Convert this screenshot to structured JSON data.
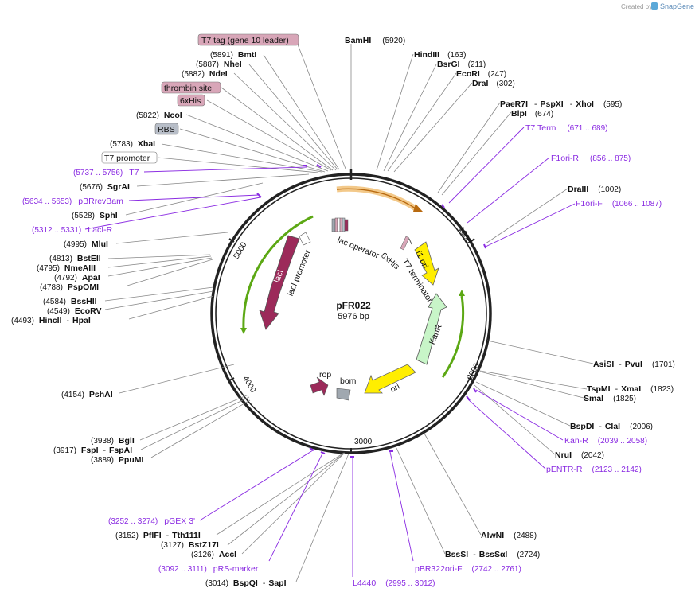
{
  "credit": {
    "prefix": "Created by",
    "brand": "SnapGene"
  },
  "plasmid": {
    "name": "pFR022",
    "size": "5976 bp"
  },
  "ticks": [
    "1000",
    "2000",
    "3000",
    "4000",
    "5000"
  ],
  "enzymes": {
    "bamhi": {
      "name": "BamHI",
      "pos": "(5920)"
    },
    "hindiii": {
      "name": "HindIII",
      "pos": "(163)"
    },
    "bsrgi": {
      "name": "BsrGI",
      "pos": "(211)"
    },
    "ecori": {
      "name": "EcoRI",
      "pos": "(247)"
    },
    "drai": {
      "name": "DraI",
      "pos": "(302)"
    },
    "paer7i": {
      "name": "PaeR7I",
      "sep1": "-",
      "name2": "PspXI",
      "sep2": "-",
      "name3": "XhoI",
      "pos": "(595)"
    },
    "blpi": {
      "name": "BlpI",
      "pos": "(674)"
    },
    "draiii": {
      "name": "DraIII",
      "pos": "(1002)"
    },
    "asisi": {
      "name": "AsiSI",
      "sep": "-",
      "name2": "PvuI",
      "pos": "(1701)"
    },
    "tspmi": {
      "name": "TspMI",
      "sep": "-",
      "name2": "XmaI",
      "pos": "(1823)"
    },
    "smai": {
      "name": "SmaI",
      "pos": "(1825)"
    },
    "bspdi": {
      "name": "BspDI",
      "sep": "-",
      "name2": "ClaI",
      "pos": "(2006)"
    },
    "nrui": {
      "name": "NruI",
      "pos": "(2042)"
    },
    "alwni": {
      "name": "AlwNI",
      "pos": "(2488)"
    },
    "bsssi": {
      "name": "BssSI",
      "sep": "-",
      "name2": "BssSαI",
      "pos": "(2724)"
    },
    "bspqi": {
      "name": "BspQI",
      "sep": "-",
      "name2": "SapI",
      "pos": "(3014)"
    },
    "acci": {
      "name": "AccI",
      "pos": "(3126)"
    },
    "bstz17i": {
      "name": "BstZ17I",
      "pos": "(3127)"
    },
    "pflfi": {
      "name": "PflFI",
      "sep": "-",
      "name2": "Tth111I",
      "pos": "(3152)"
    },
    "bgli": {
      "name": "BglI",
      "pos": "(3938)"
    },
    "fspi": {
      "name": "FspI",
      "sep": "-",
      "name2": "FspAI",
      "pos": "(3917)"
    },
    "ppumi": {
      "name": "PpuMI",
      "pos": "(3889)"
    },
    "pshai": {
      "name": "PshAI",
      "pos": "(4154)"
    },
    "bsshii": {
      "name": "BssHII",
      "pos": "(4584)"
    },
    "ecorv": {
      "name": "EcoRV",
      "pos": "(4549)"
    },
    "hincii": {
      "name": "HincII",
      "sep": "-",
      "name2": "HpaI",
      "pos": "(4493)"
    },
    "bsteii": {
      "name": "BstEII",
      "pos": "(4813)"
    },
    "nmeaiii": {
      "name": "NmeAIII",
      "pos": "(4795)"
    },
    "apai": {
      "name": "ApaI",
      "pos": "(4792)"
    },
    "pspomi": {
      "name": "PspOMI",
      "pos": "(4788)"
    },
    "mlui": {
      "name": "MluI",
      "pos": "(4995)"
    },
    "sphi": {
      "name": "SphI",
      "pos": "(5528)"
    },
    "sgrai": {
      "name": "SgrAI",
      "pos": "(5676)"
    },
    "xbai": {
      "name": "XbaI",
      "pos": "(5783)"
    },
    "ncoi": {
      "name": "NcoI",
      "pos": "(5822)"
    },
    "ndei": {
      "name": "NdeI",
      "pos": "(5882)"
    },
    "nhei": {
      "name": "NheI",
      "pos": "(5887)"
    },
    "bmti": {
      "name": "BmtI",
      "pos": "(5891)"
    }
  },
  "primers": {
    "t7term": {
      "name": "T7 Term",
      "range": "(671 .. 689)"
    },
    "f1orir": {
      "name": "F1ori-R",
      "range": "(856 .. 875)"
    },
    "f1orif": {
      "name": "F1ori-F",
      "range": "(1066 .. 1087)"
    },
    "kanr": {
      "name": "Kan-R",
      "range": "(2039 .. 2058)"
    },
    "pentrr": {
      "name": "pENTR-R",
      "range": "(2123 .. 2142)"
    },
    "pbr322": {
      "name": "pBR322ori-F",
      "range": "(2742 .. 2761)"
    },
    "l4440": {
      "name": "L4440",
      "range": "(2995 .. 3012)"
    },
    "prs": {
      "name": "pRS-marker",
      "range": "(3092 .. 3111)"
    },
    "pgex": {
      "name": "pGEX 3'",
      "range": "(3252 .. 3274)"
    },
    "laci_r": {
      "name": "LacI-R",
      "range": "(5312 .. 5331)"
    },
    "pbrrevbam": {
      "name": "pBRrevBam",
      "range": "(5634 .. 5653)"
    },
    "t7": {
      "name": "T7",
      "range": "(5737 .. 5756)"
    }
  },
  "boxed_features": {
    "t7tag": "T7 tag (gene 10 leader)",
    "thrombin": "thrombin site",
    "his_outer": "6xHis",
    "rbs": "RBS",
    "t7promoter": "T7 promoter"
  },
  "inner_features": {
    "lac_operator": "lac operator",
    "his_inner": "6xHis",
    "t7_terminator": "T7 terminator",
    "f1_ori": "f1 ori",
    "kanr": "KanR",
    "ori": "ori",
    "rop": "rop",
    "bom": "bom",
    "laci": "lacI",
    "laci_promoter": "lacI promoter"
  },
  "colors": {
    "backbone": "#222222",
    "primer": "#8a2be2",
    "orf_arrow": "#e58a1f",
    "green_arrow": "#5ca814",
    "f1_ori": "#ffee00",
    "kanr": "#c8f5c8",
    "laci": "#9c2a5a",
    "rop": "#9c2a5a",
    "bom": "#a0a8b0",
    "tag_pink": "#d8a6b8",
    "rbs_gray": "#b8bec8"
  }
}
